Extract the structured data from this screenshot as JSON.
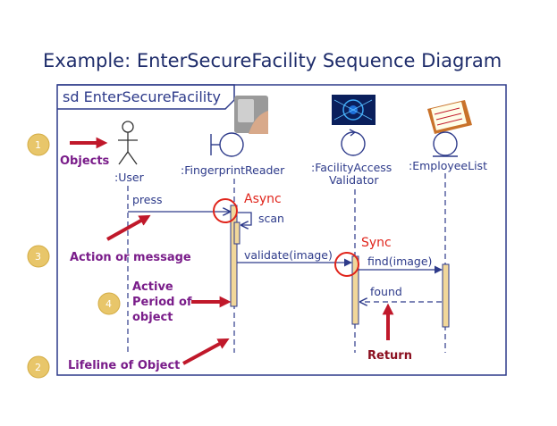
{
  "title": "Example: EnterSecureFacility Sequence Diagram",
  "frame_label": "sd EnterSecureFacility",
  "lifelines": {
    "user": ":User",
    "reader": ":FingerprintReader",
    "validator_line1": ":FacilityAccess",
    "validator_line2": "Validator",
    "employees": ":EmployeeList"
  },
  "messages": {
    "press": "press",
    "scan": "scan",
    "validate": "validate(image)",
    "find": "find(image)",
    "found": "found"
  },
  "labels": {
    "async": "Async",
    "sync": "Sync",
    "return": "Return"
  },
  "annotations": {
    "objects": {
      "number": "1",
      "text": "Objects"
    },
    "lifeline": {
      "number": "2",
      "text": "Lifeline of Object"
    },
    "action": {
      "number": "3",
      "text": "Action or message"
    },
    "active": {
      "number": "4",
      "line1": "Active",
      "line2": "Period of",
      "line3": "object"
    }
  },
  "colors": {
    "frame": "#2d3a8a",
    "annotation_text": "#7a1d8a",
    "arrow_red": "#c0182a",
    "circle_gold": "#e8c66a",
    "activation_fill": "#f1d79a"
  }
}
